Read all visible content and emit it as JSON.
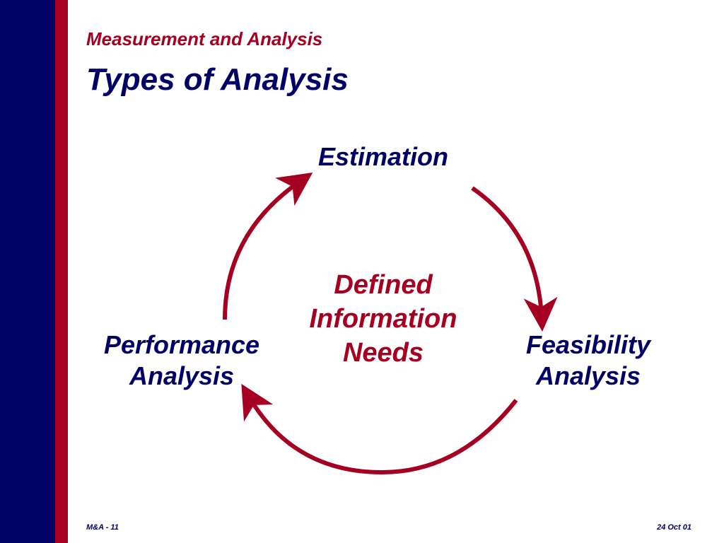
{
  "slide": {
    "subtitle": "Measurement and Analysis",
    "title": "Types of Analysis"
  },
  "diagram": {
    "top_node": "Estimation",
    "left_node": [
      "Performance",
      "Analysis"
    ],
    "right_node": [
      "Feasibility",
      "Analysis"
    ],
    "center": [
      "Defined",
      "Information",
      "Needs"
    ]
  },
  "footer": {
    "left": "M&A - 11",
    "right": "24 Oct 01"
  },
  "colors": {
    "navy": "#000066",
    "red": "#a50021"
  }
}
